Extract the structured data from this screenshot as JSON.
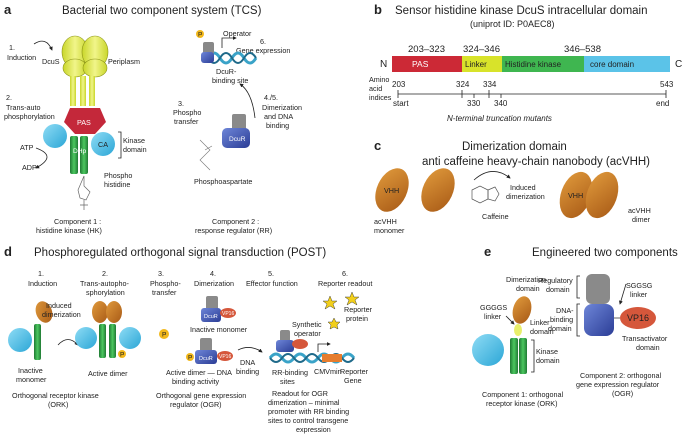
{
  "panel_a": {
    "letter": "a",
    "title": "Bacterial two component system (TCS)",
    "step1": "1.",
    "induction": "Induction",
    "dcus": "DcuS",
    "periplasm": "Periplasm",
    "step2": "2.",
    "trans_auto_1": "Trans-auto",
    "trans_auto_2": "phosphorylation",
    "pas": "PAS",
    "ca": "CA",
    "dhp": "DHp",
    "atp": "ATP",
    "adp": "ADP",
    "kinase_1": "Kinase",
    "kinase_2": "domain",
    "phospho_his_1": "Phospho",
    "phospho_his_2": "histidine",
    "comp1_1": "Component 1 :",
    "comp1_2": "histidine kinase (HK)",
    "p": "P",
    "operator": "Operator",
    "step6": "6.",
    "gene_expr": "Gene expression",
    "dcur_site_1": "DcuR-",
    "dcur_site_2": "binding site",
    "step3": "3.",
    "phospho_t1": "Phospho",
    "phospho_t2": "transfer",
    "step45": "4./5.",
    "dimer_1": "Dimerization",
    "dimer_2": "and DNA",
    "dimer_3": "binding",
    "dcur": "DcuR",
    "phosphoaspartate": "Phosphoaspartate",
    "comp2_1": "Component 2 :",
    "comp2_2": "response regulator (RR)"
  },
  "panel_b": {
    "letter": "b",
    "title": "Sensor histidine kinase DcuS intracellular domain",
    "uniprot": "(uniprot ID: P0AEC8)",
    "ranges": [
      "203–323",
      "324–346",
      "346–538"
    ],
    "n_term": "N",
    "c_term": "C",
    "segments": [
      {
        "label": "PAS",
        "color": "#cc2936"
      },
      {
        "label": "Linker",
        "color": "#d8e32a"
      },
      {
        "label": "Histidine kinase",
        "color": "#3fb650"
      },
      {
        "label": "core domain",
        "color": "#5bc3e8"
      }
    ],
    "amino_1": "Amino",
    "amino_2": "acid",
    "amino_3": "indices",
    "indices_top": [
      "203",
      "324",
      "334",
      "543"
    ],
    "indices_bottom": [
      "330",
      "340"
    ],
    "start": "start",
    "end": "end",
    "mutants": "N-terminal truncation mutants"
  },
  "panel_c": {
    "letter": "c",
    "title_1": "Dimerization domain",
    "title_2": "anti caffeine heavy-chain nanobody (acVHH)",
    "vhh": "VHH",
    "monomer_1": "acVHH",
    "monomer_2": "monomer",
    "induced_1": "Induced",
    "induced_2": "dimerization",
    "caffeine": "Caffeine",
    "dimer_1": "acVHH",
    "dimer_2": "dimer"
  },
  "panel_d": {
    "letter": "d",
    "title": "Phosphoregulated orthogonal signal transduction (POST)",
    "step1": "1.",
    "step2": "2.",
    "step3": "3.",
    "step4": "4.",
    "step5": "5.",
    "step6": "6.",
    "s1": "Induction",
    "s2_1": "Trans-autopho-",
    "s2_2": "sphorylation",
    "s3_1": "Phospho-",
    "s3_2": "transfer",
    "s4": "Dimerization",
    "s5": "Effector function",
    "s6": "Reporter readout",
    "induced_1": "Induced",
    "induced_2": "dimerization",
    "inactive_mono": "Inactive monomer",
    "inactive_1": "Inactive",
    "inactive_2": "monomer",
    "active_dimer": "Active dimer",
    "active_dna_1": "Active dimer — DNA",
    "active_dna_2": "binding activity",
    "dna_1": "DNA",
    "dna_2": "binding",
    "synthetic_1": "Synthetic",
    "synthetic_2": "operator",
    "reporter_1": "Reporter",
    "reporter_2": "protein",
    "rr_sites_1": "RR-binding",
    "rr_sites_2": "sites",
    "cmv": "CMVmin",
    "rep_gene_1": "Reporter",
    "rep_gene_2": "Gene",
    "p": "P",
    "dcur": "DcuR",
    "vp16": "VP16",
    "orkk_1": "Orthogonal receptor kinase",
    "orkk_2": "(ORK)",
    "ogr_1": "Orthogonal gene expression",
    "ogr_2": "regulator (OGR)",
    "readout_1": "Readout for OGR",
    "readout_2": "dimerization – minimal",
    "readout_3": "promoter with RR binding",
    "readout_4": "sites to control transgene",
    "readout_5": "expression"
  },
  "panel_e": {
    "letter": "e",
    "title": "Engineered two components",
    "dimer_1": "Dimerization",
    "dimer_2": "domain",
    "gggs_1": "GGGGS",
    "gggs_2": "linker",
    "linker_1": "Linker",
    "linker_2": "domain",
    "kinase_1": "Kinase",
    "kinase_2": "domain",
    "comp1_1": "Component 1: orthogonal",
    "comp1_2": "receptor kinase (ORK)",
    "sggsg_1": "SGGSG",
    "sggsg_2": "linker",
    "reg_1": "Regulatory",
    "reg_2": "domain",
    "dna_1": "DNA-",
    "dna_2": "binding",
    "dna_3": "domain",
    "vp16": "VP16",
    "trans_1": "Transactivator",
    "trans_2": "domain",
    "comp2_1": "Component 2: orthogonal",
    "comp2_2": "gene expression regulator",
    "comp2_3": "(OGR)"
  }
}
